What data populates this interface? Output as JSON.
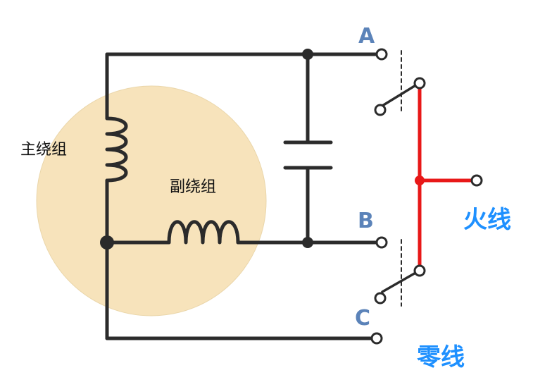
{
  "labels": {
    "main_winding": "主绕组",
    "aux_winding": "副绕组",
    "terminal_a": "A",
    "terminal_b": "B",
    "terminal_c": "C",
    "live_wire": "火线",
    "neutral_wire": "零线"
  },
  "colors": {
    "wire": "#2b2b2b",
    "live_wire": "#e81818",
    "motor_fill": "#f7e3bb",
    "terminal_label": "#5b83b9",
    "wire_label": "#1e90ff"
  }
}
